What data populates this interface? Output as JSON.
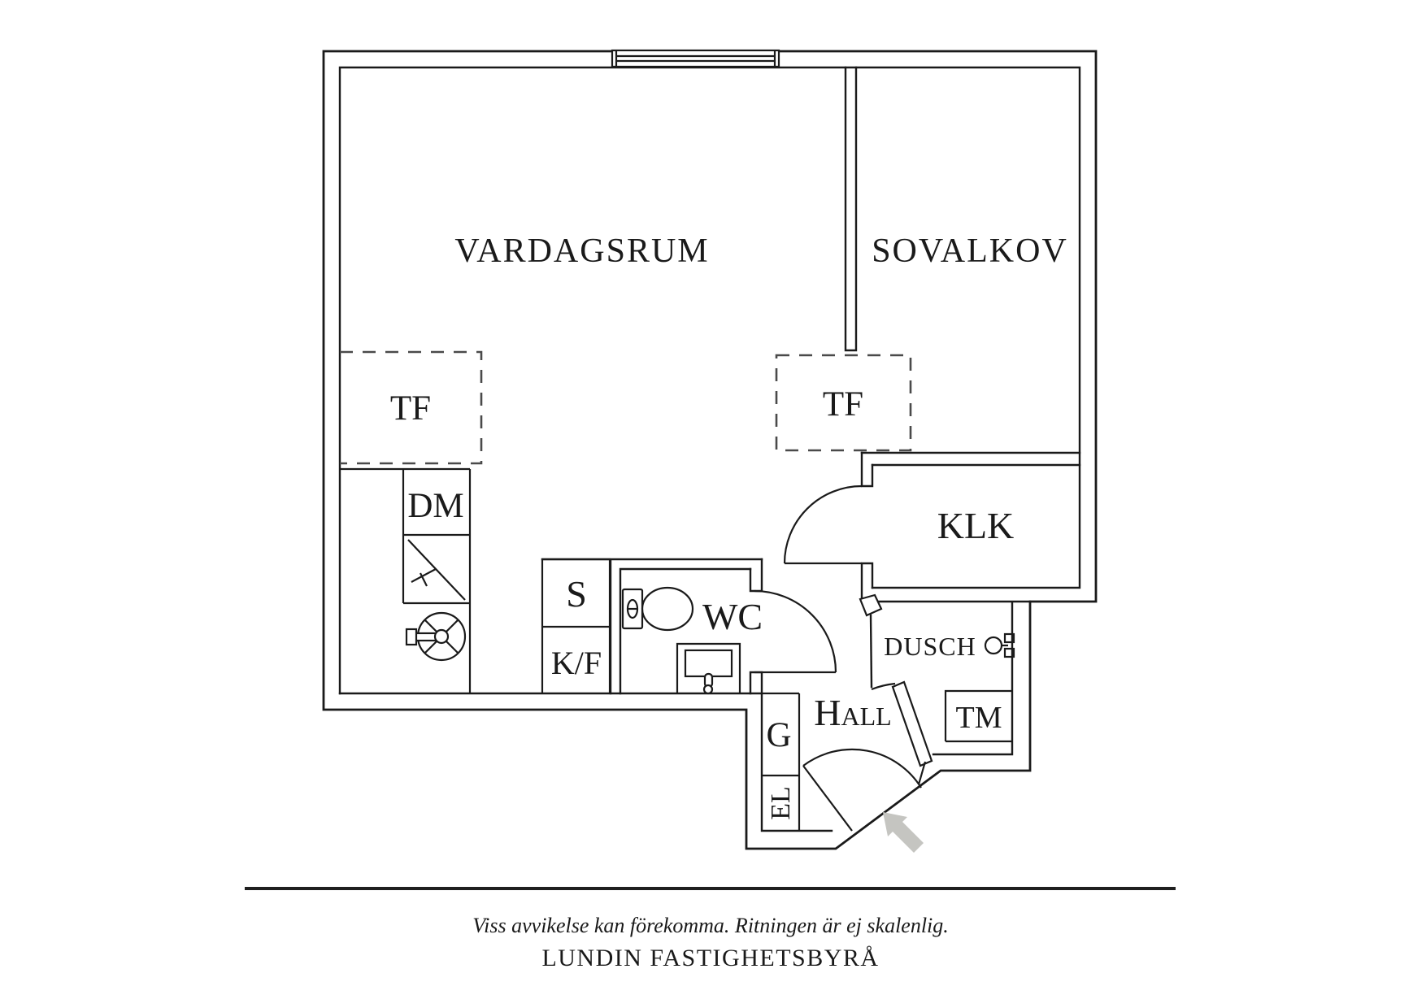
{
  "rooms": {
    "living": "VARDAGSRUM",
    "alcove": "SOVALKOV",
    "closet": "KLK",
    "wc": "WC",
    "shower_room": "DUSCH",
    "hall": "Hall"
  },
  "fixtures": {
    "tf_left": "TF",
    "tf_right": "TF",
    "dishwasher": "DM",
    "pantry": "S",
    "fridge_freezer": "K/F",
    "wardrobe": "G",
    "electrical": "EL",
    "washing_machine": "TM"
  },
  "footer": {
    "disclaimer": "Viss avvikelse kan förekomma. Ritningen är ej skalenlig.",
    "brand": "LUNDIN FASTIGHETSBYRÅ"
  },
  "colors": {
    "line": "#1a1a1a",
    "arrow": "#c5c5c1",
    "background": "#ffffff"
  }
}
